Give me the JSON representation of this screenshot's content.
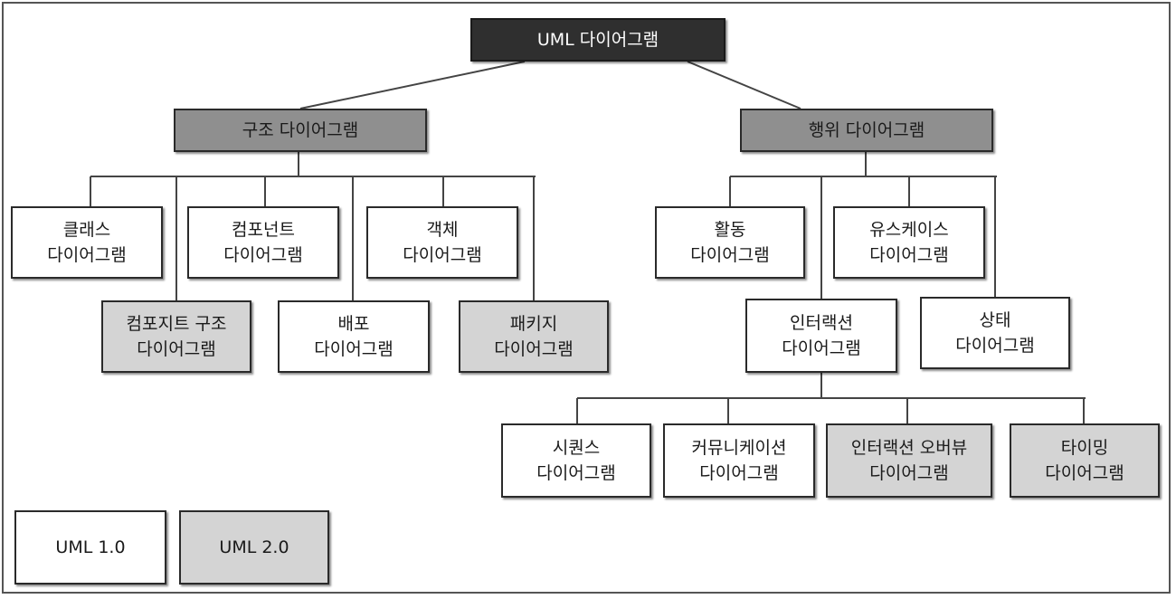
{
  "colors": {
    "uml1": "#ffffff",
    "uml2": "#d4d4d4",
    "category": "#8f8f8f",
    "root": "#2f2f2f",
    "line": "#444444"
  },
  "root": {
    "label": "UML 다이어그램"
  },
  "categories": {
    "structure": {
      "label": "구조 다이어그램"
    },
    "behavior": {
      "label": "행위 다이어그램"
    }
  },
  "structure_diagrams": {
    "class": {
      "line1": "클래스",
      "line2": "다이어그램",
      "version": "UML 1.0"
    },
    "component": {
      "line1": "컴포넌트",
      "line2": "다이어그램",
      "version": "UML 1.0"
    },
    "object": {
      "line1": "객체",
      "line2": "다이어그램",
      "version": "UML 1.0"
    },
    "composite": {
      "line1": "컴포지트 구조",
      "line2": "다이어그램",
      "version": "UML 2.0"
    },
    "deployment": {
      "line1": "배포",
      "line2": "다이어그램",
      "version": "UML 1.0"
    },
    "package": {
      "line1": "패키지",
      "line2": "다이어그램",
      "version": "UML 2.0"
    }
  },
  "behavior_diagrams": {
    "activity": {
      "line1": "활동",
      "line2": "다이어그램",
      "version": "UML 1.0"
    },
    "usecase": {
      "line1": "유스케이스",
      "line2": "다이어그램",
      "version": "UML 1.0"
    },
    "interaction": {
      "line1": "인터랙션",
      "line2": "다이어그램",
      "version": "UML 1.0"
    },
    "state": {
      "line1": "상태",
      "line2": "다이어그램",
      "version": "UML 1.0"
    }
  },
  "interaction_diagrams": {
    "sequence": {
      "line1": "시퀀스",
      "line2": "다이어그램",
      "version": "UML 1.0"
    },
    "communication": {
      "line1": "커뮤니케이션",
      "line2": "다이어그램",
      "version": "UML 1.0"
    },
    "overview": {
      "line1": "인터랙션 오버뷰",
      "line2": "다이어그램",
      "version": "UML 2.0"
    },
    "timing": {
      "line1": "타이밍",
      "line2": "다이어그램",
      "version": "UML 2.0"
    }
  },
  "legend": {
    "uml1": {
      "label": "UML 1.0"
    },
    "uml2": {
      "label": "UML 2.0"
    }
  }
}
